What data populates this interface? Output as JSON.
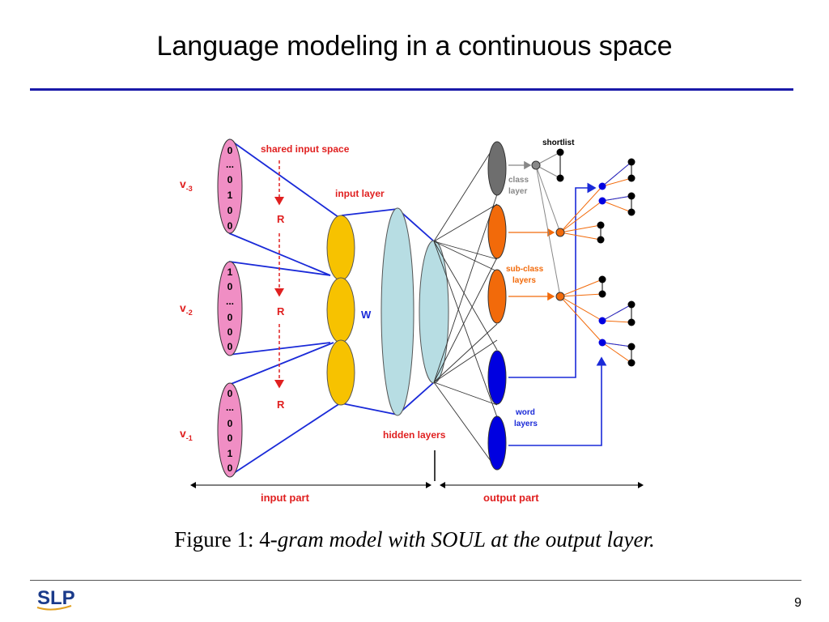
{
  "slide": {
    "title": "Language modeling in a continuous space",
    "page_number": "9",
    "logo_text": "SLP"
  },
  "caption": {
    "prefix": "Figure 1:",
    "number": "4",
    "italic_text": "-gram model with SOUL at the output layer."
  },
  "diagram": {
    "labels": {
      "shared_input_space": "shared input space",
      "input_layer": "input layer",
      "hidden_layers": "hidden layers",
      "W": "W",
      "R": "R",
      "shortlist": "shortlist",
      "class_layer_1": "class",
      "class_layer_2": "layer",
      "subclass_1": "sub-class",
      "subclass_2": "layers",
      "word_layers_1": "word",
      "word_layers_2": "layers",
      "input_part": "input part",
      "output_part": "output part"
    },
    "context_words": [
      {
        "base": "v",
        "sub": "-3",
        "bits": [
          "0",
          "...",
          "0",
          "1",
          "0",
          "0"
        ]
      },
      {
        "base": "v",
        "sub": "-2",
        "bits": [
          "1",
          "0",
          "...",
          "0",
          "0",
          "0"
        ]
      },
      {
        "base": "v",
        "sub": "-1",
        "bits": [
          "0",
          "...",
          "0",
          "0",
          "1",
          "0"
        ]
      }
    ],
    "colors": {
      "red_label": "#e02020",
      "blue_line": "#1a2ad8",
      "pink": "#f08ec4",
      "yellow": "#f7c200",
      "light_blue": "#b7dde3",
      "gray": "#6e6e6e",
      "orange": "#f26a0a",
      "word_blue": "#0000e0",
      "title_rule": "#1a1aa8"
    }
  }
}
